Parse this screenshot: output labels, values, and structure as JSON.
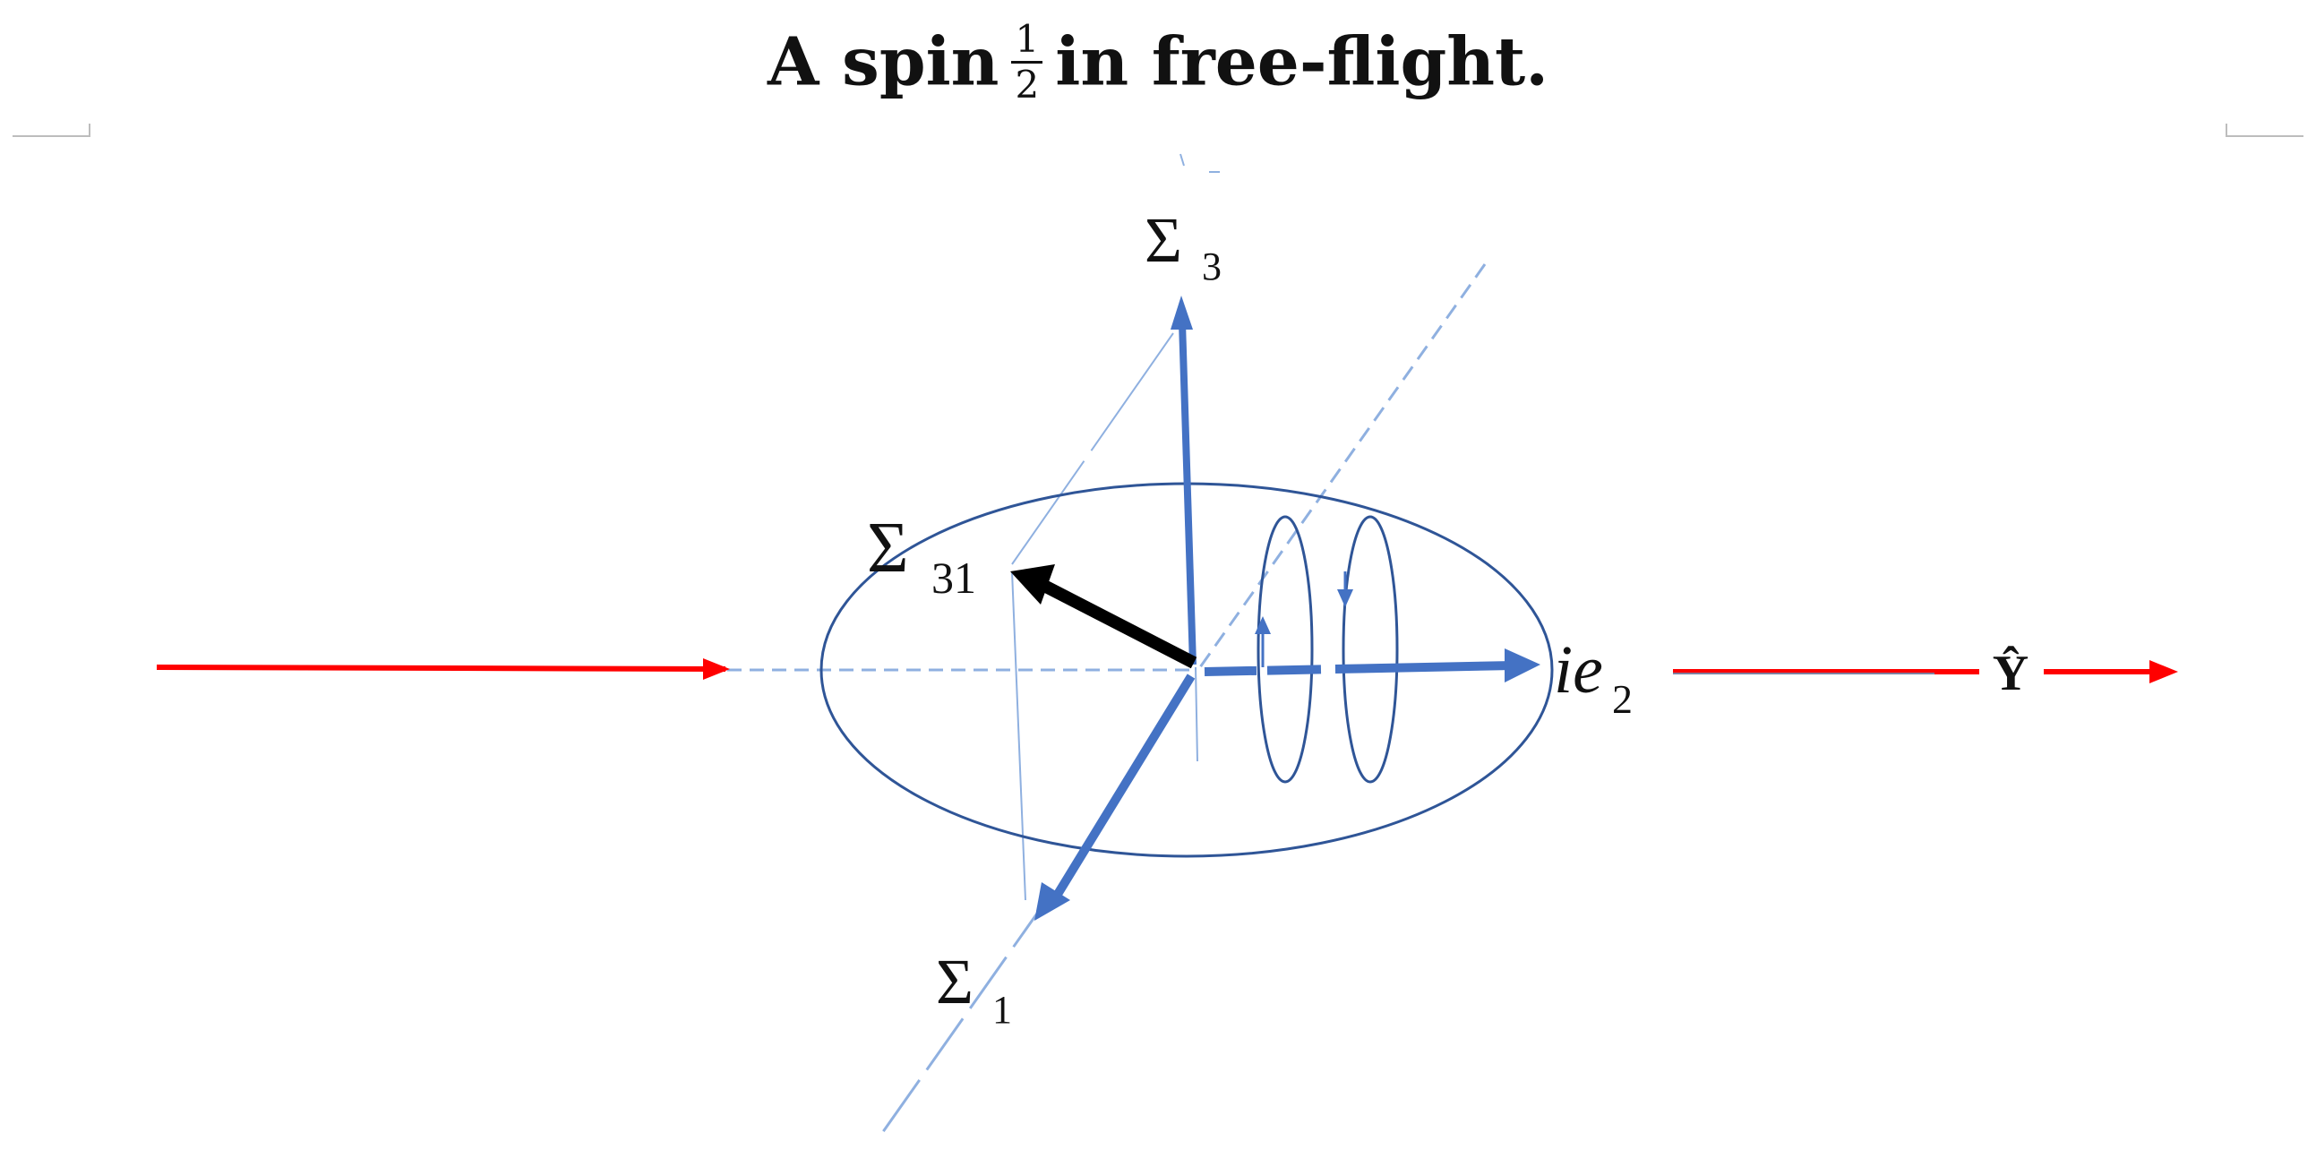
{
  "title": {
    "prefix": "A spin",
    "frac_num": "1",
    "frac_den": "2",
    "suffix": "in free-flight."
  },
  "labels": {
    "sigma3": {
      "base": "Σ",
      "sub": "3"
    },
    "sigma31": {
      "base": "Σ",
      "sub": "31"
    },
    "sigma1": {
      "base": "Σ",
      "sub": "1"
    },
    "ie2": {
      "base": "ie",
      "sub": "2"
    },
    "yhat": "Ŷ"
  },
  "colors": {
    "blue": "#4472c4",
    "dark_blue": "#2f5597",
    "red": "#ff0000",
    "black": "#000000",
    "thin_blue": "#8fb0e0"
  }
}
